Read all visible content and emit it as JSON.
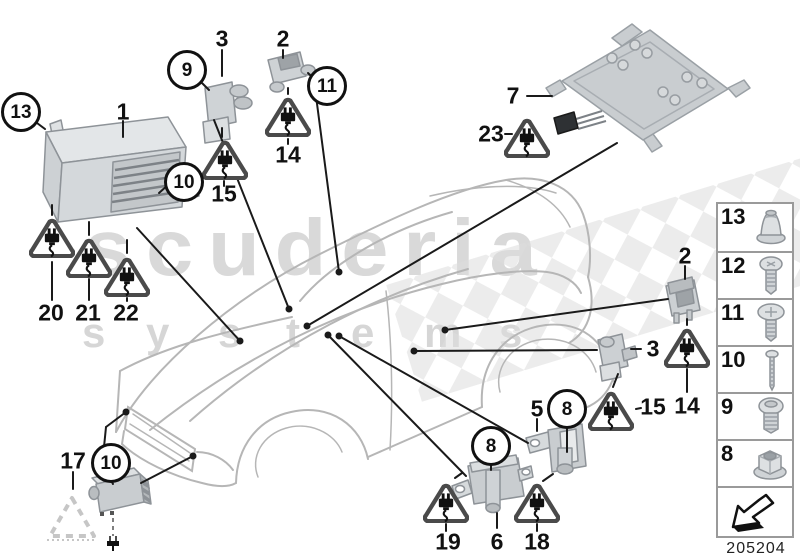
{
  "watermark": {
    "title": "scuderia",
    "subtitle_letters": [
      "s",
      "y",
      "s",
      "t",
      "e",
      "m",
      "s"
    ]
  },
  "diagram": {
    "callouts": {
      "plain": [
        {
          "text": "1"
        },
        {
          "text": "3"
        },
        {
          "text": "2"
        },
        {
          "text": "15"
        },
        {
          "text": "14"
        },
        {
          "text": "7"
        },
        {
          "text": "23"
        },
        {
          "text": "20"
        },
        {
          "text": "21"
        },
        {
          "text": "22"
        },
        {
          "text": "2"
        },
        {
          "text": "3"
        },
        {
          "text": "14"
        },
        {
          "text": "15"
        },
        {
          "text": "5"
        },
        {
          "text": "17"
        },
        {
          "text": "19"
        },
        {
          "text": "6"
        },
        {
          "text": "18"
        }
      ],
      "circled": [
        {
          "text": "13"
        },
        {
          "text": "9"
        },
        {
          "text": "10"
        },
        {
          "text": "11"
        },
        {
          "text": "8"
        },
        {
          "text": "8"
        },
        {
          "text": "10"
        }
      ]
    },
    "colors": {
      "leader_line": "#1a1a1a",
      "car_outline": "#b6b6b6",
      "watermark_gray": "#d9d9d9",
      "triangle_gray": "#4a4a4a",
      "part_fill": "#ccd0d3"
    }
  },
  "sidebar": {
    "items": [
      {
        "num": "13",
        "icon": "plastic-expansion-nut-icon"
      },
      {
        "num": "12",
        "icon": "torx-pan-head-screw-icon"
      },
      {
        "num": "11",
        "icon": "phillips-pan-head-screw-icon"
      },
      {
        "num": "10",
        "icon": "long-thin-screw-icon"
      },
      {
        "num": "9",
        "icon": "button-head-screw-icon"
      },
      {
        "num": "8",
        "icon": "hex-flange-nut-icon"
      }
    ],
    "arrow_icon": "direction-arrow-icon",
    "diagram_code": "205204"
  }
}
